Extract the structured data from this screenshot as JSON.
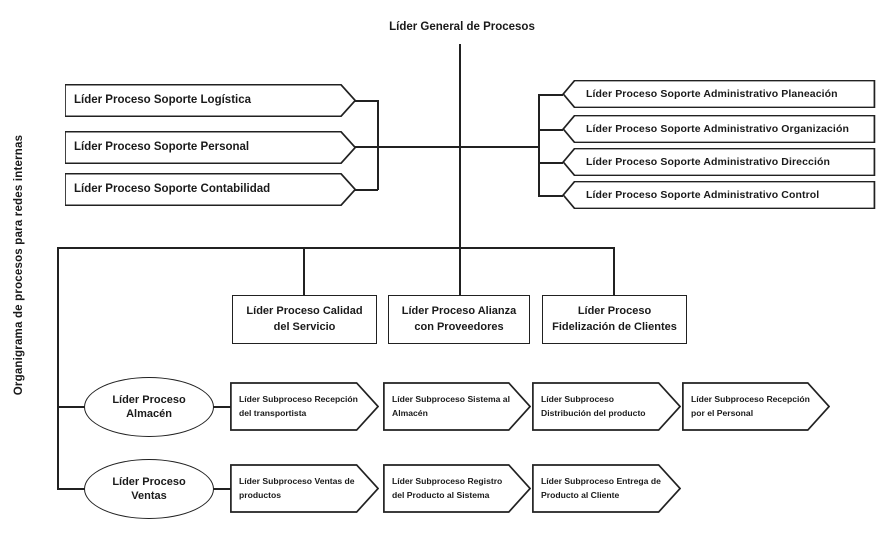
{
  "page": {
    "background": "#ffffff",
    "line_color": "#212121"
  },
  "title": "Líder General de Procesos",
  "side_label": "Organigrama de procesos para redes internas",
  "support_left": [
    {
      "label": "Líder Proceso Soporte Logística"
    },
    {
      "label": "Líder Proceso Soporte Personal"
    },
    {
      "label": "Líder Proceso Soporte Contabilidad"
    }
  ],
  "support_right": [
    {
      "label": "Líder Proceso Soporte Administrativo Planeación"
    },
    {
      "label": "Líder Proceso Soporte Administrativo Organización"
    },
    {
      "label": "Líder Proceso Soporte Administrativo Dirección"
    },
    {
      "label": "Líder Proceso Soporte Administrativo Control"
    }
  ],
  "mid_processes": [
    {
      "label": "Líder Proceso Calidad del Servicio"
    },
    {
      "label": "Líder Proceso Alianza con Proveedores"
    },
    {
      "label": "Líder Proceso Fidelización de Clientes"
    }
  ],
  "lanes": [
    {
      "owner": "Líder Proceso Almacén",
      "steps": [
        "Líder Subproceso Recepción del transportista",
        "Líder Subproceso Sistema al Almacén",
        "Líder Subproceso Distribución del producto",
        "Líder Subproceso Recepción por el Personal"
      ]
    },
    {
      "owner": "Líder Proceso Ventas",
      "steps": [
        "Líder Subproceso Ventas de productos",
        "Líder Subproceso Registro del Producto al Sistema",
        "Líder Subproceso Entrega de Producto al Cliente"
      ]
    }
  ]
}
